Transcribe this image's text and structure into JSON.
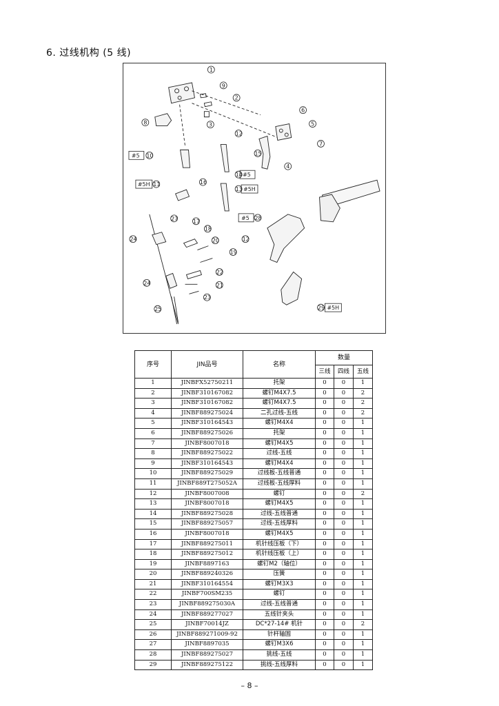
{
  "section_title": "6.  过线机构 (5 线)",
  "figure": {
    "callouts": [
      "1",
      "2",
      "3",
      "4",
      "5",
      "6",
      "7",
      "8",
      "9",
      "10",
      "11",
      "12",
      "13",
      "14",
      "15",
      "16",
      "17",
      "18",
      "19",
      "20",
      "21",
      "22",
      "23",
      "24",
      "25",
      "26",
      "27",
      "28",
      "29"
    ],
    "tags": {
      "tag_5_10": "#5",
      "tag_5h_11": "#5H",
      "tag_14_5": "#5",
      "tag_13_5h": "#5H",
      "tag_5_28": "#5",
      "tag_29_5h": "#5H"
    }
  },
  "table": {
    "headers": {
      "no": "序号",
      "part_no": "JIN品号",
      "name": "名称",
      "qty": "数量",
      "three": "三线",
      "four": "四线",
      "five": "五线"
    },
    "rows": [
      {
        "no": "1",
        "part": "JINBFX52750211",
        "name": "托架",
        "q3": "0",
        "q4": "0",
        "q5": "1"
      },
      {
        "no": "2",
        "part": "JINBF310167082",
        "name": "螺钉M4X7.5",
        "q3": "0",
        "q4": "0",
        "q5": "2"
      },
      {
        "no": "3",
        "part": "JINBF310167082",
        "name": "螺钉M4X7.5",
        "q3": "0",
        "q4": "0",
        "q5": "2"
      },
      {
        "no": "4",
        "part": "JINBF889275024",
        "name": "二孔过线-五线",
        "q3": "0",
        "q4": "0",
        "q5": "2"
      },
      {
        "no": "5",
        "part": "JINBF310164543",
        "name": "螺钉M4X4",
        "q3": "0",
        "q4": "0",
        "q5": "1"
      },
      {
        "no": "6",
        "part": "JINBF889275026",
        "name": "托架",
        "q3": "0",
        "q4": "0",
        "q5": "1"
      },
      {
        "no": "7",
        "part": "JINBF8007018",
        "name": "螺钉M4X5",
        "q3": "0",
        "q4": "0",
        "q5": "1"
      },
      {
        "no": "8",
        "part": "JINBF889275022",
        "name": "过线-五线",
        "q3": "0",
        "q4": "0",
        "q5": "1"
      },
      {
        "no": "9",
        "part": "JINBF310164543",
        "name": "螺钉M4X4",
        "q3": "0",
        "q4": "0",
        "q5": "1"
      },
      {
        "no": "10",
        "part": "JINBF889275029",
        "name": "过线板-五线普通",
        "q3": "0",
        "q4": "0",
        "q5": "1"
      },
      {
        "no": "11",
        "part": "JINBF889T275052A",
        "name": "过线板-五线厚料",
        "q3": "0",
        "q4": "0",
        "q5": "1"
      },
      {
        "no": "12",
        "part": "JINBF8007008",
        "name": "螺钉",
        "q3": "0",
        "q4": "0",
        "q5": "2"
      },
      {
        "no": "13",
        "part": "JINBF8007018",
        "name": "螺钉M4X5",
        "q3": "0",
        "q4": "0",
        "q5": "1"
      },
      {
        "no": "14",
        "part": "JINBF889275028",
        "name": "过线-五线普通",
        "q3": "0",
        "q4": "0",
        "q5": "1"
      },
      {
        "no": "15",
        "part": "JINBF889275057",
        "name": "过线-五线厚料",
        "q3": "0",
        "q4": "0",
        "q5": "1"
      },
      {
        "no": "16",
        "part": "JINBF8007018",
        "name": "螺钉M4X5",
        "q3": "0",
        "q4": "0",
        "q5": "1"
      },
      {
        "no": "17",
        "part": "JINBF889275011",
        "name": "机针线压板（下）",
        "q3": "0",
        "q4": "0",
        "q5": "1"
      },
      {
        "no": "18",
        "part": "JINBF889275012",
        "name": "机针线压板（上）",
        "q3": "0",
        "q4": "0",
        "q5": "1"
      },
      {
        "no": "19",
        "part": "JINBF8897163",
        "name": "螺钉M2（轴位）",
        "q3": "0",
        "q4": "0",
        "q5": "1"
      },
      {
        "no": "20",
        "part": "JINBF889240326",
        "name": "压簧",
        "q3": "0",
        "q4": "0",
        "q5": "1"
      },
      {
        "no": "21",
        "part": "JINBF310164554",
        "name": "螺钉M3X3",
        "q3": "0",
        "q4": "0",
        "q5": "1"
      },
      {
        "no": "22",
        "part": "JINBF700SM235",
        "name": "螺钉",
        "q3": "0",
        "q4": "0",
        "q5": "1"
      },
      {
        "no": "23",
        "part": "JINBF889275030A",
        "name": "过线-五线普通",
        "q3": "0",
        "q4": "0",
        "q5": "1"
      },
      {
        "no": "24",
        "part": "JINBF889277027",
        "name": "五线针夹头",
        "q3": "0",
        "q4": "0",
        "q5": "1"
      },
      {
        "no": "25",
        "part": "JINBF70014JZ",
        "name": "DC*27-14# 机针",
        "q3": "0",
        "q4": "0",
        "q5": "2"
      },
      {
        "no": "26",
        "part": "JINBF889271009-92",
        "name": "针杆轴固",
        "q3": "0",
        "q4": "0",
        "q5": "1"
      },
      {
        "no": "27",
        "part": "JINBF8897035",
        "name": "螺钉M3X6",
        "q3": "0",
        "q4": "0",
        "q5": "1"
      },
      {
        "no": "28",
        "part": "JINBF889275027",
        "name": "挑线-五线",
        "q3": "0",
        "q4": "0",
        "q5": "1"
      },
      {
        "no": "29",
        "part": "JINBF889275122",
        "name": "挑线-五线厚料",
        "q3": "0",
        "q4": "0",
        "q5": "1"
      }
    ]
  },
  "page_number": "– 8 –"
}
